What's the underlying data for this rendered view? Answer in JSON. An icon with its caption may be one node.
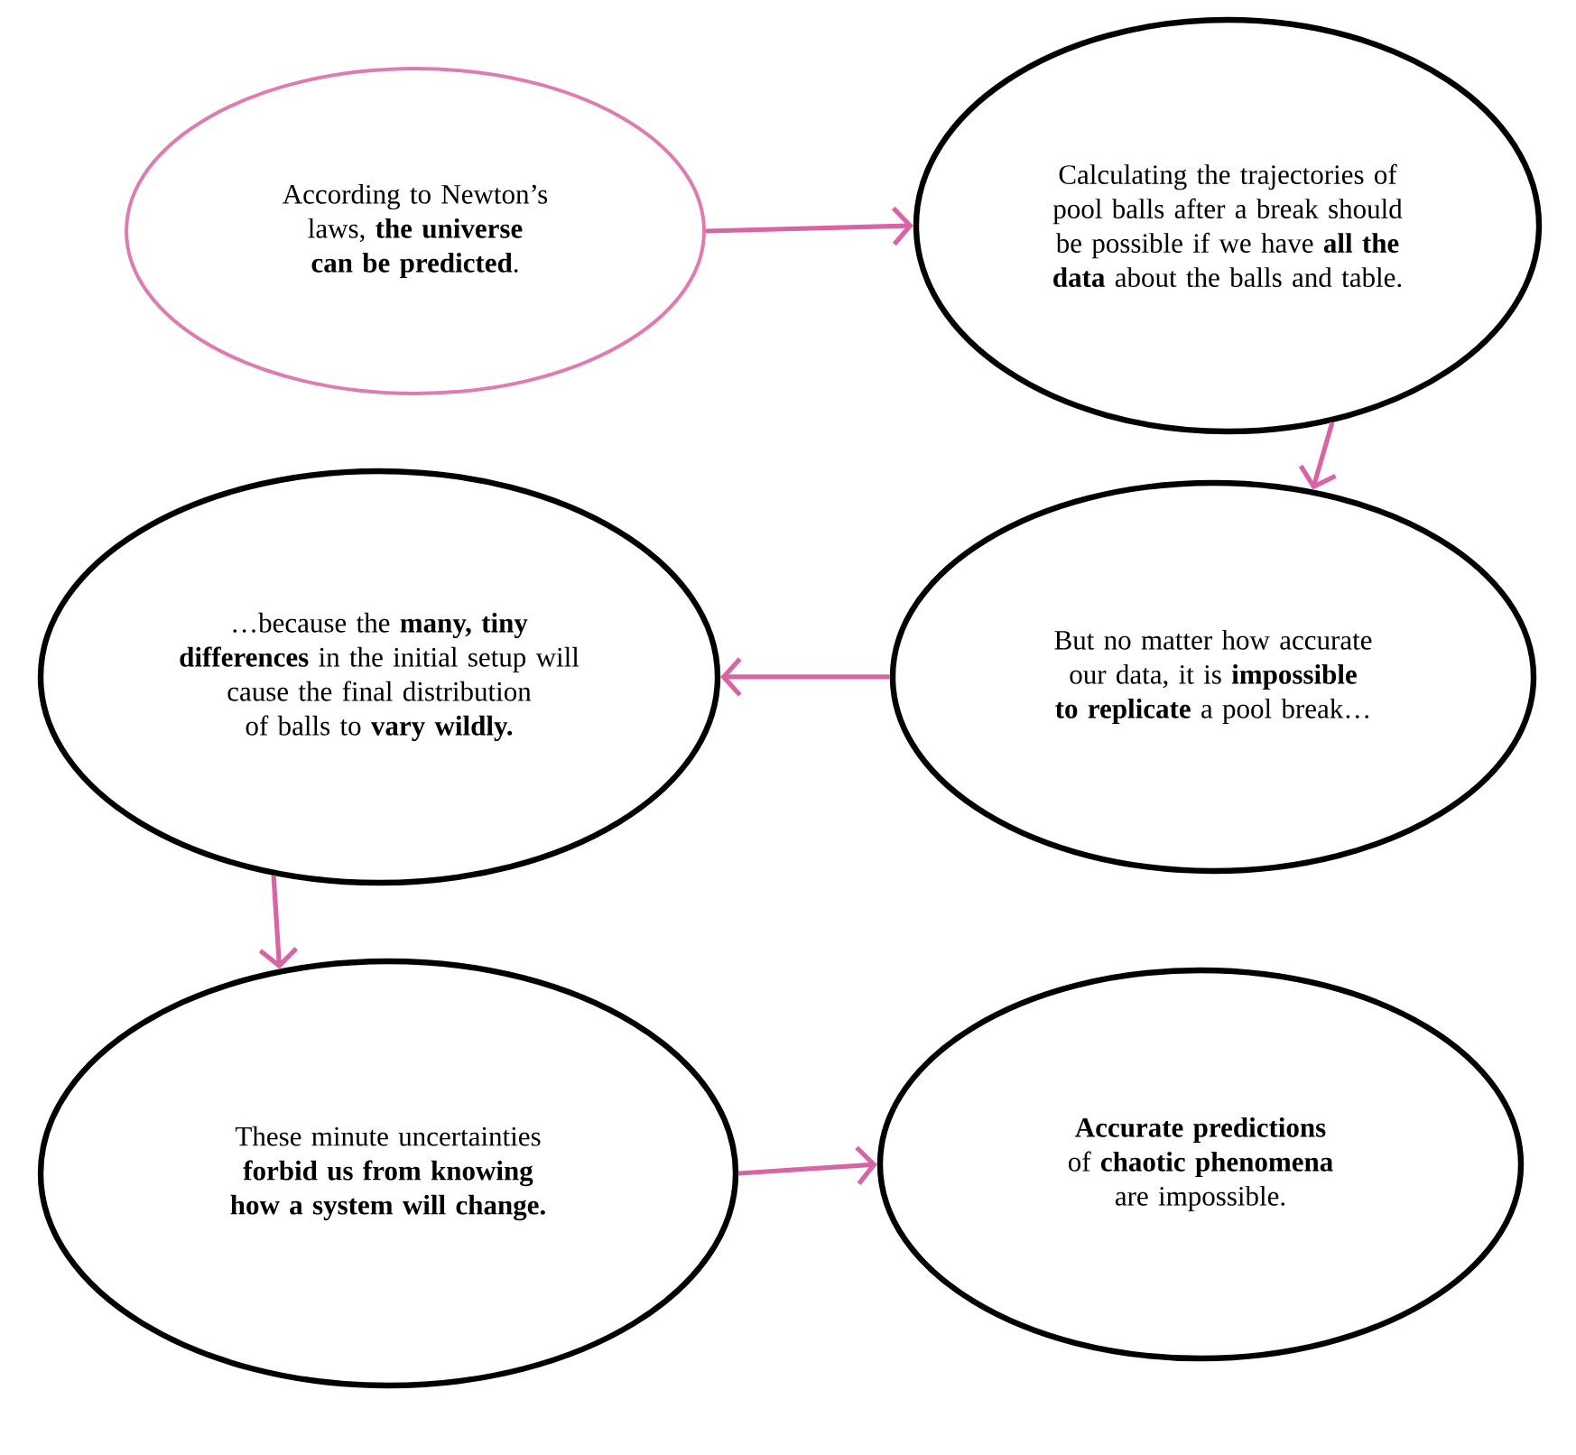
{
  "diagram": {
    "nodes": [
      {
        "text": [
          "According to Newton’s laws, **the universe can be predicted**."
        ]
      },
      {
        "text": [
          "Calculating the trajectories of pool balls after a break should be possible if we have **all the data** about the balls and table."
        ]
      },
      {
        "text": [
          "But no matter how accurate our data, it is **impossible to replicate** a pool break…"
        ]
      },
      {
        "text": [
          "…because the **many, tiny differences** in the initial setup will cause the final distribution of balls to **vary wildly.**"
        ]
      },
      {
        "text": [
          "These minute uncertainties **forbid us from knowing how a system will change.**"
        ]
      },
      {
        "text": [
          "**Accurate predictions** of **chaotic phenomena** are impossible."
        ]
      }
    ],
    "edges": [
      {
        "from": 0,
        "to": 1,
        "arrow": "to"
      },
      {
        "from": 1,
        "to": 2,
        "arrow": "to"
      },
      {
        "from": 2,
        "to": 3,
        "arrow": "to"
      },
      {
        "from": 3,
        "to": 4,
        "arrow": "to"
      },
      {
        "from": 4,
        "to": 5,
        "arrow": "to"
      }
    ]
  }
}
